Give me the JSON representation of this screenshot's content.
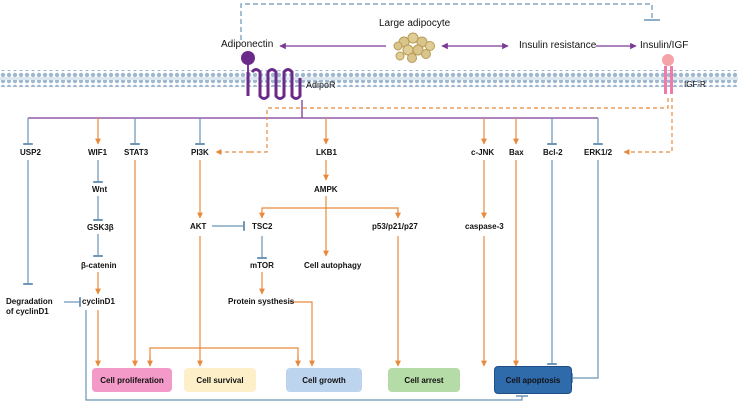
{
  "top": {
    "large_adipocyte": "Large adipocyte",
    "adiponectin": "Adiponectin",
    "insulin_resistance": "Insulin resistance",
    "insulin_igf": "Insulin/IGF",
    "adipor": "AdipoR",
    "igf_r": "IGF-R"
  },
  "nodes": {
    "usp2": "USP2",
    "wif1": "WIF1",
    "stat3": "STAT3",
    "pi3k": "PI3K",
    "lkb1": "LKB1",
    "cjnk": "c-JNK",
    "bax": "Bax",
    "bcl2": "Bcl-2",
    "erk12": "ERK1/2",
    "wnt": "Wnt",
    "gsk3b": "GSK3β",
    "bcatenin": "β-catenin",
    "cyclind1": "cyclinD1",
    "degradation_line1": "Degradation",
    "degradation_line2": "of cyclinD1",
    "akt": "AKT",
    "tsc2": "TSC2",
    "mtor": "mTOR",
    "protein_synthesis": "Protein systhesis",
    "ampk": "AMPK",
    "cell_autophagy": "Cell autophagy",
    "p53": "p53/p21/p27",
    "caspase3": "caspase-3"
  },
  "outcomes": {
    "proliferation": "Cell proliferation",
    "survival": "Cell survival",
    "growth": "Cell growth",
    "arrest": "Cell arrest",
    "apoptosis": "Cell apoptosis"
  },
  "colors": {
    "activation": "#e88a3c",
    "inhibition": "#6a93b5",
    "adiponectin_path": "#7b3a96",
    "membrane": "#9fb8cf",
    "proliferation": "#f49ac9",
    "survival": "#fdf0c8",
    "growth": "#bcd4ee",
    "arrest": "#b5dba6",
    "apoptosis": "#2f6aab"
  }
}
